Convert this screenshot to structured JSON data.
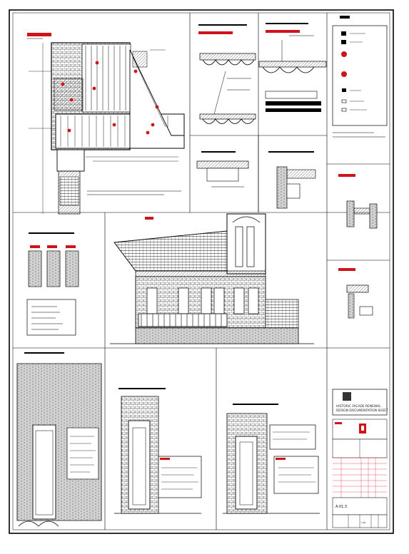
{
  "drawing": {
    "width": 573,
    "height": 777,
    "colors": {
      "line": "#000000",
      "accent": "#d0121b",
      "paper": "#ffffff",
      "logo": "#333333"
    }
  },
  "title_block": {
    "project_lines": [
      "HISTORIC FACADE RENEWAL",
      "DESIGN DOCUMENTATION SHEET"
    ],
    "sheet_number": "A.01.3",
    "scale": "1:50"
  }
}
